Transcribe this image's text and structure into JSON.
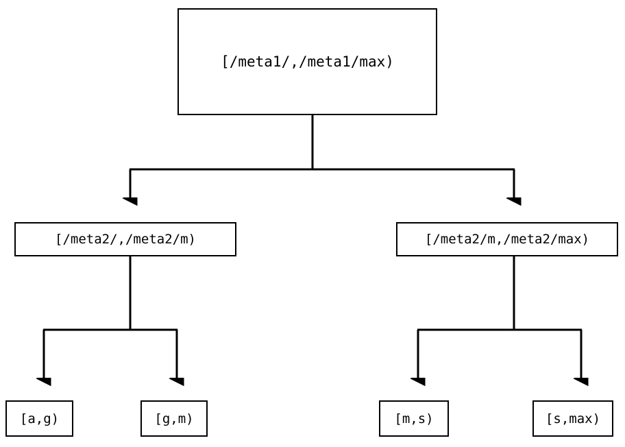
{
  "diagram": {
    "type": "tree",
    "orientation": "top-down",
    "background_color": "#ffffff",
    "line_color": "#000000",
    "text_color": "#000000",
    "nodes": {
      "root": {
        "label": "[/meta1/,/meta1/max)"
      },
      "mid_left": {
        "label": "[/meta2/,/meta2/m)"
      },
      "mid_right": {
        "label": "[/meta2/m,/meta2/max)"
      },
      "leaf_ag": {
        "label": "[a,g)"
      },
      "leaf_gm": {
        "label": "[g,m)"
      },
      "leaf_ms": {
        "label": "[m,s)"
      },
      "leaf_smax": {
        "label": "[s,max)"
      }
    }
  }
}
